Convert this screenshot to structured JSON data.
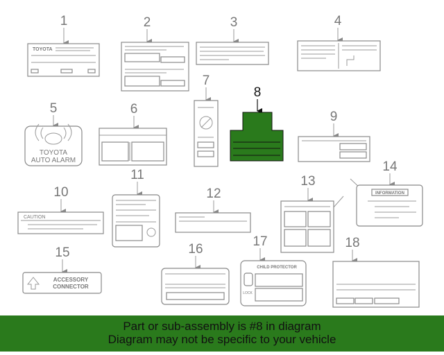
{
  "callouts": [
    "1",
    "2",
    "3",
    "4",
    "5",
    "6",
    "7",
    "8",
    "9",
    "10",
    "11",
    "12",
    "13",
    "14",
    "15",
    "16",
    "17",
    "18"
  ],
  "label_text": {
    "toyota": "TOYOTA",
    "alarm_line1": "TOYOTA",
    "alarm_line2": "AUTO ALARM",
    "caution": "CAUTION",
    "information": "INFORMATION",
    "accessory_line1": "ACCESSORY",
    "accessory_line2": "CONNECTOR",
    "child_protector": "CHILD PROTECTOR",
    "lock": "LOCK"
  },
  "highlight": {
    "callout": "8",
    "color": "#2a7a1c"
  },
  "banner": {
    "line1": "Part or sub-assembly is #8 in diagram",
    "line2": "Diagram may not be specific to your vehicle",
    "color": "#2a7a1c"
  }
}
